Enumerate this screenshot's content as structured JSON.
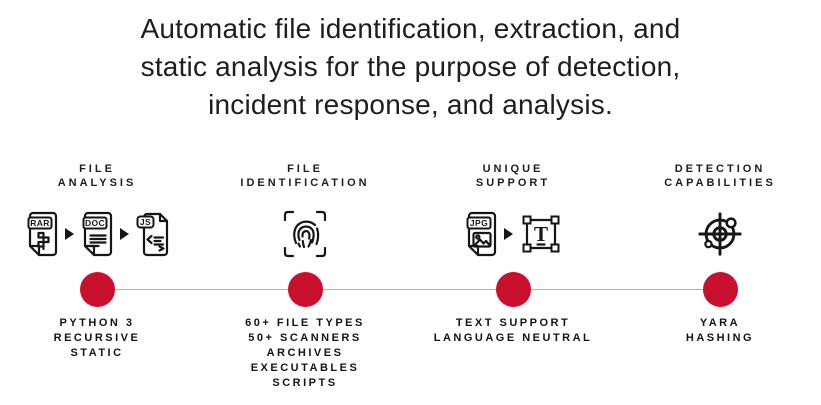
{
  "title": {
    "lines": [
      "Automatic file identification, extraction, and",
      "static analysis for the purpose of detection,",
      "incident response, and analysis."
    ]
  },
  "colors": {
    "accent": "#c8102e",
    "connector": "#b3b3b3",
    "heading_text": "#1e1e1e",
    "label_text": "#141414"
  },
  "steps": [
    {
      "id": "file-analysis",
      "header": "FILE\nANALYSIS",
      "icons": [
        "rar-file-icon",
        "triangle-arrow-icon",
        "doc-file-icon",
        "triangle-arrow-icon",
        "js-file-icon"
      ],
      "icon_labels": {
        "rar": "RAR",
        "doc": "DOC",
        "js": "JS"
      },
      "footer": "PYTHON 3\nRECURSIVE\nSTATIC"
    },
    {
      "id": "file-identification",
      "header": "FILE\nIDENTIFICATION",
      "icons": [
        "fingerprint-scan-icon"
      ],
      "footer": "60+ FILE TYPES\n50+ SCANNERS\nARCHIVES\nEXECUTABLES\nSCRIPTS"
    },
    {
      "id": "unique-support",
      "header": "UNIQUE\nSUPPORT",
      "icons": [
        "jpg-file-icon",
        "triangle-arrow-icon",
        "text-selection-icon"
      ],
      "icon_labels": {
        "jpg": "JPG",
        "text": "T"
      },
      "footer": "TEXT SUPPORT\nLANGUAGE NEUTRAL"
    },
    {
      "id": "detection-capabilities",
      "header": "DETECTION\nCAPABILITIES",
      "icons": [
        "radar-target-icon"
      ],
      "footer": "YARA\nHASHING"
    }
  ]
}
